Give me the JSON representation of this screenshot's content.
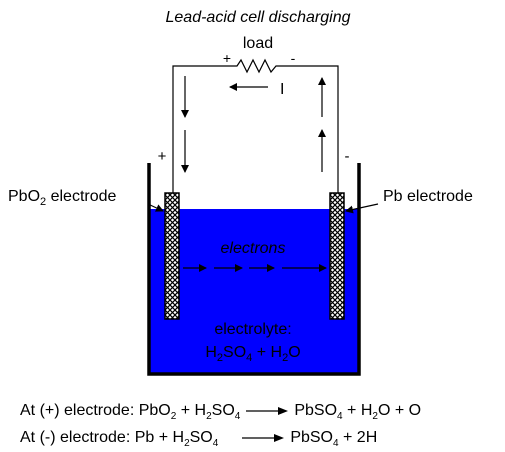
{
  "title": "Lead-acid cell discharging",
  "load_label": "load",
  "load_plus": "+",
  "load_minus": "-",
  "current_label": "I",
  "left_terminal_sign": "+",
  "right_terminal_sign": "-",
  "left_electrode": {
    "text": "PbO",
    "sub": "2",
    "rest": " electrode"
  },
  "right_electrode": "Pb electrode",
  "electrons_label": "electrons",
  "electrolyte": {
    "line1": "electrolyte:",
    "line2": [
      {
        "t": "H"
      },
      {
        "t": "2",
        "sub": true
      },
      {
        "t": "SO"
      },
      {
        "t": "4",
        "sub": true
      },
      {
        "t": " + H"
      },
      {
        "t": "2",
        "sub": true
      },
      {
        "t": "O"
      }
    ]
  },
  "equations": [
    {
      "lhs": [
        {
          "t": "At (+) electrode: PbO"
        },
        {
          "t": "2",
          "sub": true
        },
        {
          "t": " + H"
        },
        {
          "t": "2",
          "sub": true
        },
        {
          "t": "SO"
        },
        {
          "t": "4",
          "sub": true
        }
      ],
      "rhs": [
        {
          "t": "PbSO"
        },
        {
          "t": "4",
          "sub": true
        },
        {
          "t": " + H"
        },
        {
          "t": "2",
          "sub": true
        },
        {
          "t": "O + O"
        }
      ]
    },
    {
      "lhs": [
        {
          "t": "At (-) electrode: Pb + H"
        },
        {
          "t": "2",
          "sub": true
        },
        {
          "t": "SO"
        },
        {
          "t": "4",
          "sub": true
        }
      ],
      "rhs": [
        {
          "t": "PbSO"
        },
        {
          "t": "4",
          "sub": true
        },
        {
          "t": " + 2H"
        }
      ]
    }
  ],
  "colors": {
    "electrolyte": "#0000ff",
    "line": "#000000"
  }
}
